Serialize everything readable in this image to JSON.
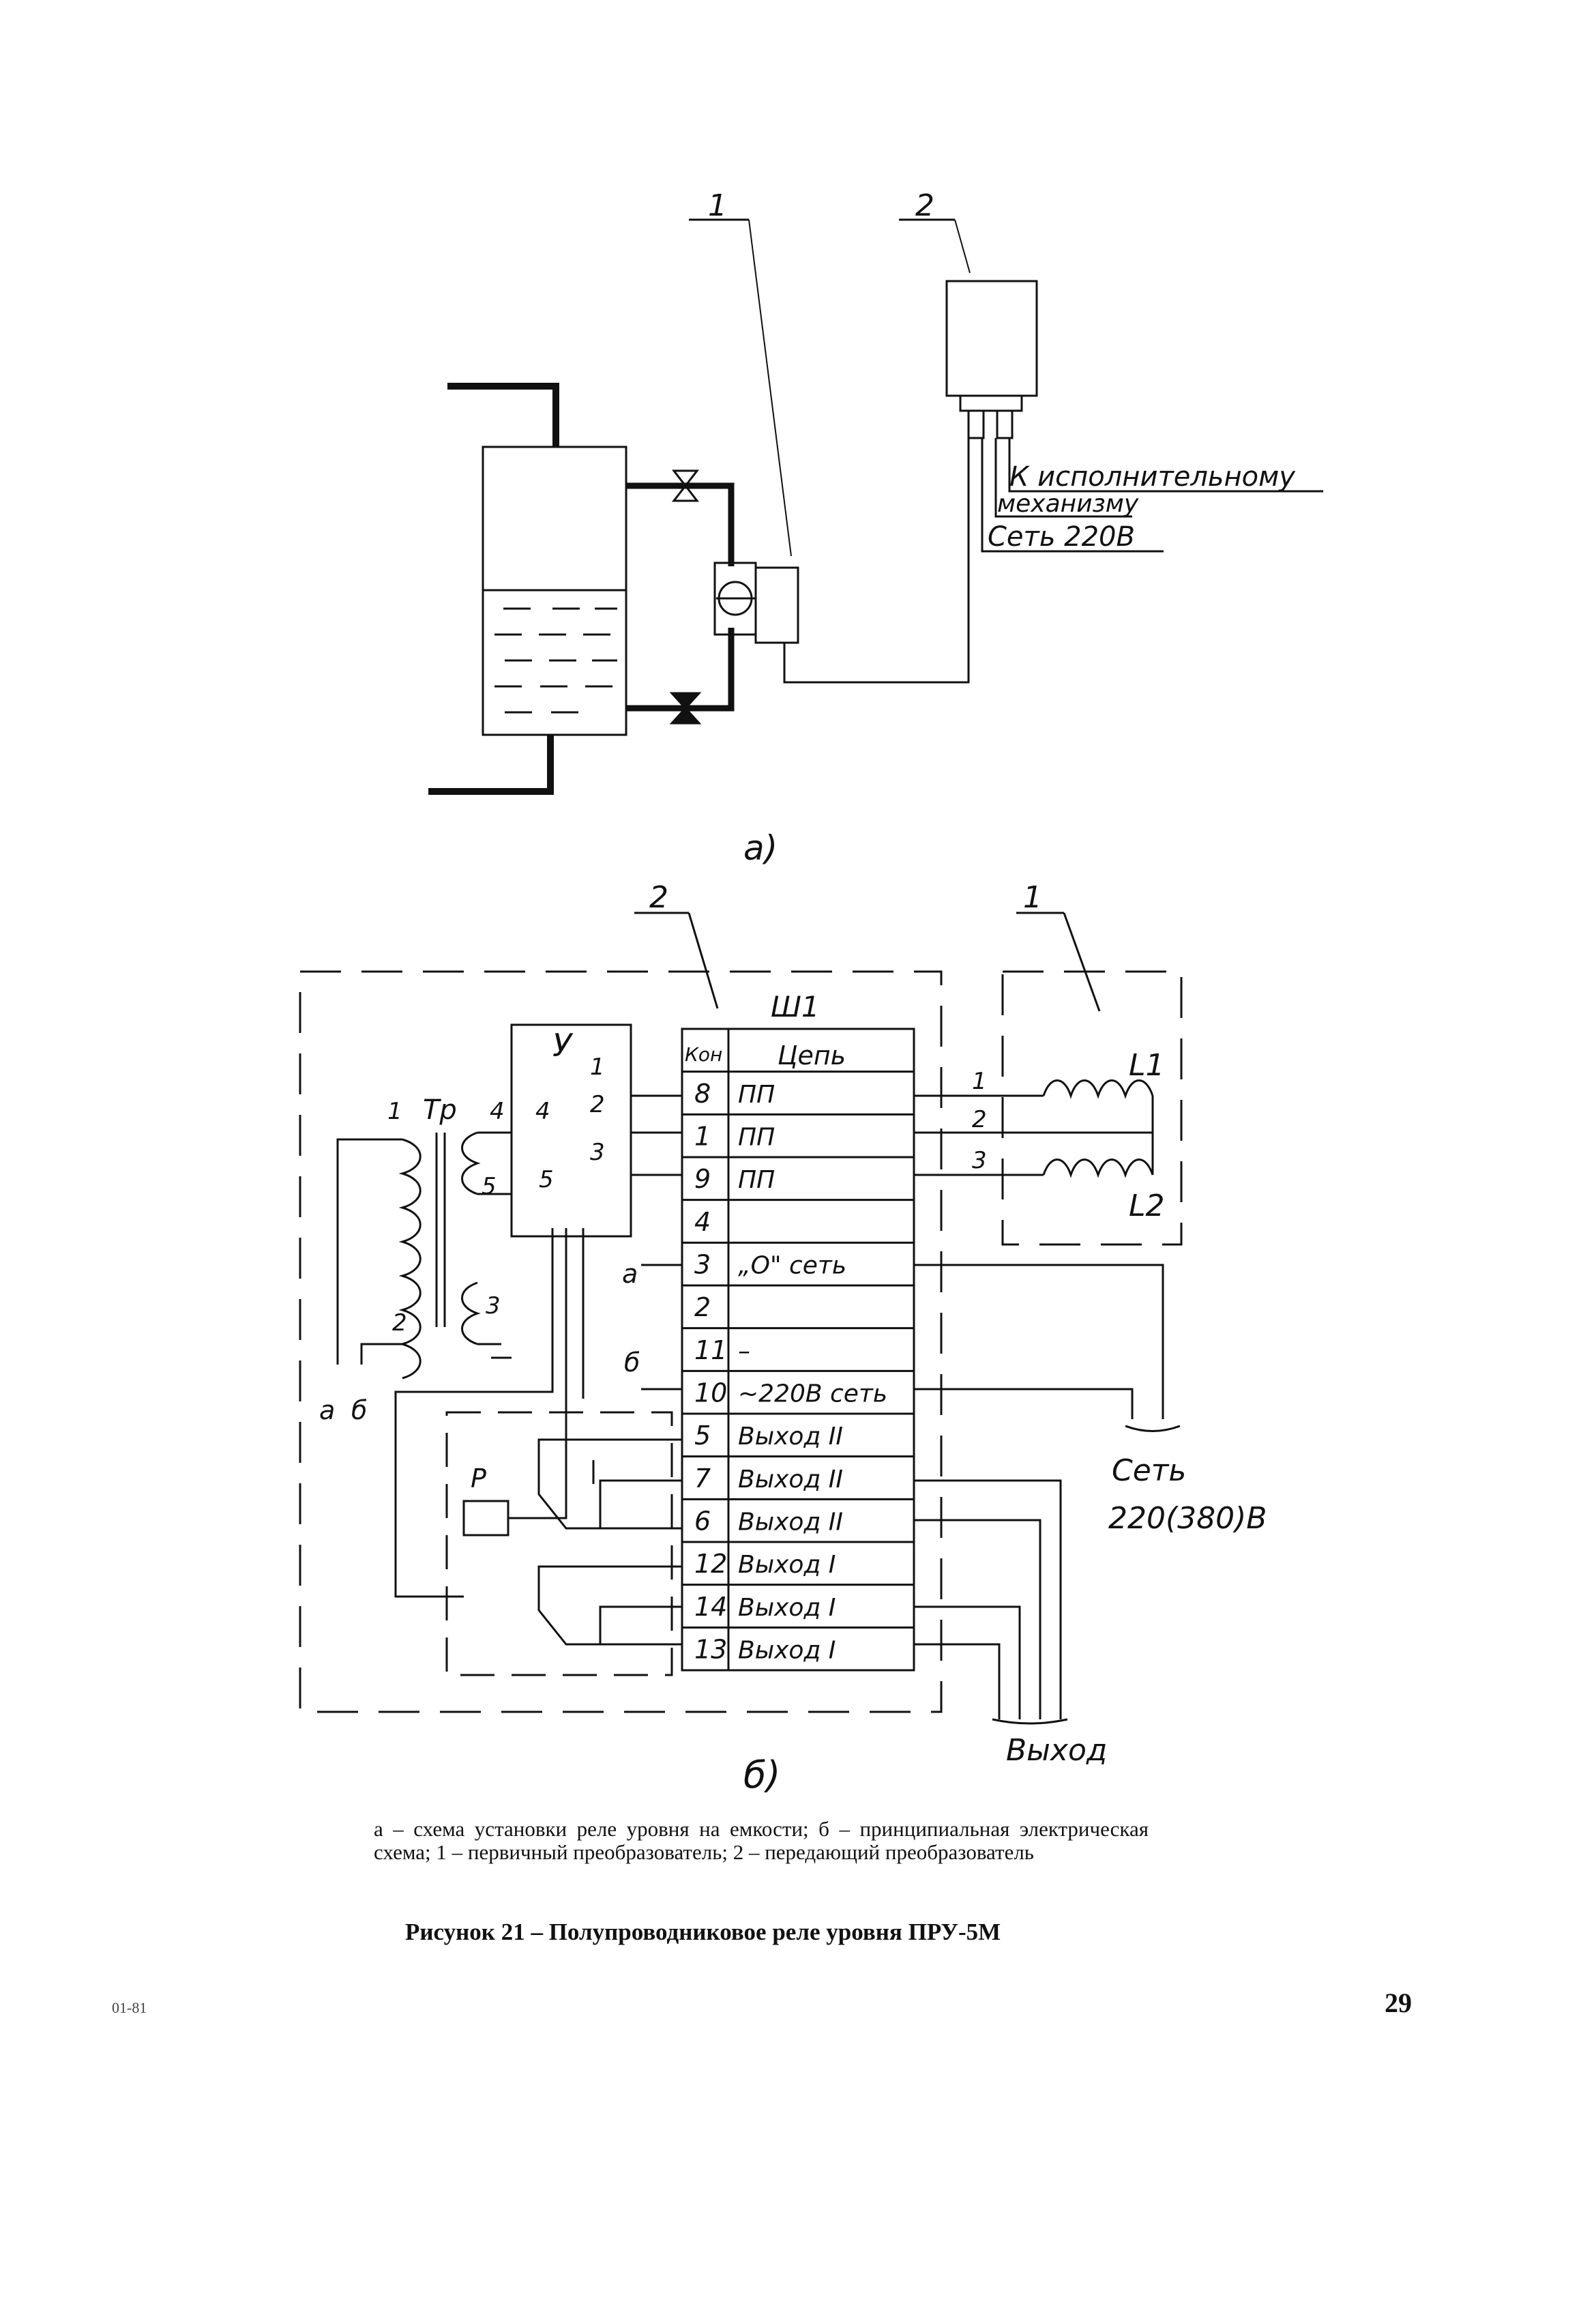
{
  "figure_a": {
    "callout_1": "1",
    "callout_2": "2",
    "label_actuator_line1": "К исполнительному",
    "label_actuator_line2": "механизму",
    "label_network": "Сеть 220В",
    "sublabel": "а)"
  },
  "figure_b": {
    "callout_2": "2",
    "callout_1": "1",
    "connector_label": "Ш1",
    "table_header_contact": "Кон",
    "table_header_circuit": "Цепь",
    "rows": [
      {
        "contact": "8",
        "circuit": "ПП"
      },
      {
        "contact": "1",
        "circuit": "ПП"
      },
      {
        "contact": "9",
        "circuit": "ПП"
      },
      {
        "contact": "4",
        "circuit": ""
      },
      {
        "contact": "3",
        "circuit": "„О\" сеть"
      },
      {
        "contact": "2",
        "circuit": ""
      },
      {
        "contact": "11",
        "circuit": "–"
      },
      {
        "contact": "10",
        "circuit": "~220В сеть"
      },
      {
        "contact": "5",
        "circuit": "Выход II"
      },
      {
        "contact": "7",
        "circuit": "Выход II"
      },
      {
        "contact": "6",
        "circuit": "Выход II"
      },
      {
        "contact": "12",
        "circuit": "Выход I"
      },
      {
        "contact": "14",
        "circuit": "Выход I"
      },
      {
        "contact": "13",
        "circuit": "Выход I"
      }
    ],
    "amplifier_label": "У",
    "amp_terminals": [
      "1",
      "2",
      "3",
      "4",
      "5"
    ],
    "transformer_label": "Тр",
    "transformer_terminals": [
      "1",
      "2",
      "3",
      "4",
      "5"
    ],
    "line_a": "а",
    "line_b": "б",
    "relay_label": "Р",
    "wire_numbers": [
      "1",
      "2",
      "3"
    ],
    "coil_L1": "L1",
    "coil_L2": "L2",
    "network_label_line1": "Сеть",
    "network_label_line2": "220(380)В",
    "output_label": "Выход",
    "sublabel": "б)"
  },
  "caption": "а – схема установки реле уровня на емкости; б – принципиальная электрическая схема; 1 – первичный преобразователь; 2 – передающий преобразователь",
  "figure_title": "Рисунок 21 – Полупроводниковое реле уровня ПРУ-5М",
  "page_number": "29",
  "page_code": "01-81"
}
